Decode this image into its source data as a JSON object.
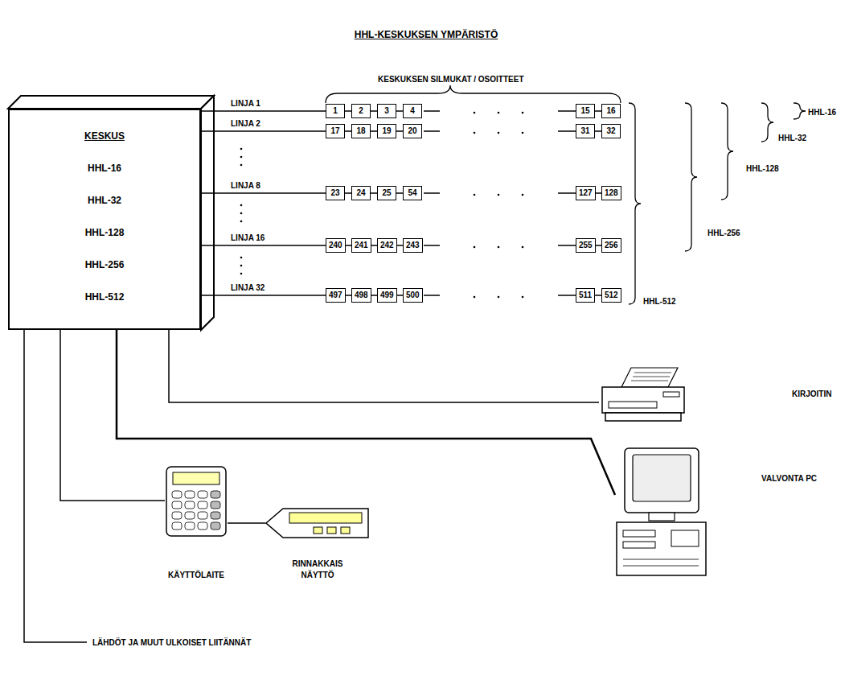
{
  "diagram": {
    "title": "HHL-KESKUKSEN YMPÄRISTÖ",
    "nodes": [
      {
        "text": [
          "KESKUS",
          "HHL-16",
          "HHL-32",
          "HHL-128",
          "HHL-256",
          "HHL-512"
        ]
      },
      {
        "text": [
          "1"
        ]
      },
      {
        "text": [
          "2"
        ]
      },
      {
        "text": [
          "3"
        ]
      },
      {
        "text": [
          "4"
        ]
      },
      {
        "text": [
          "15"
        ]
      },
      {
        "text": [
          "16"
        ]
      },
      {
        "text": [
          "17"
        ]
      },
      {
        "text": [
          "18"
        ]
      },
      {
        "text": [
          "19"
        ]
      },
      {
        "text": [
          "20"
        ]
      },
      {
        "text": [
          "31"
        ]
      },
      {
        "text": [
          "32"
        ]
      },
      {
        "text": [
          "23"
        ]
      },
      {
        "text": [
          "24"
        ]
      },
      {
        "text": [
          "25"
        ]
      },
      {
        "text": [
          "54"
        ]
      },
      {
        "text": [
          "127"
        ]
      },
      {
        "text": [
          "128"
        ]
      },
      {
        "text": [
          "240"
        ]
      },
      {
        "text": [
          "241"
        ]
      },
      {
        "text": [
          "242"
        ]
      },
      {
        "text": [
          "243"
        ]
      },
      {
        "text": [
          "255"
        ]
      },
      {
        "text": [
          "256"
        ]
      },
      {
        "text": [
          "497"
        ]
      },
      {
        "text": [
          "498"
        ]
      },
      {
        "text": [
          "499"
        ]
      },
      {
        "text": [
          "500"
        ]
      },
      {
        "text": [
          "511"
        ]
      },
      {
        "text": [
          "512"
        ]
      },
      {
        "text": [
          "KIRJOITIN"
        ]
      },
      {
        "text": [
          "VALVONTA PC"
        ]
      },
      {
        "text": [
          "KÄYTTÖLAITE"
        ]
      },
      {
        "text": [
          "RINNAKKAIS NÄYTTÖ"
        ]
      }
    ],
    "edges": [
      {
        "from": 0,
        "to": 1,
        "arrow": "none",
        "label": "LINJA 1"
      },
      {
        "from": 1,
        "to": 2,
        "arrow": "none"
      },
      {
        "from": 2,
        "to": 3,
        "arrow": "none"
      },
      {
        "from": 3,
        "to": 4,
        "arrow": "none"
      },
      {
        "from": 5,
        "to": 6,
        "arrow": "none"
      },
      {
        "from": 0,
        "to": 7,
        "arrow": "none",
        "label": "LINJA 2"
      },
      {
        "from": 7,
        "to": 8,
        "arrow": "none"
      },
      {
        "from": 8,
        "to": 9,
        "arrow": "none"
      },
      {
        "from": 9,
        "to": 10,
        "arrow": "none"
      },
      {
        "from": 11,
        "to": 12,
        "arrow": "none"
      },
      {
        "from": 0,
        "to": 13,
        "arrow": "none",
        "label": "LINJA 8"
      },
      {
        "from": 13,
        "to": 14,
        "arrow": "none"
      },
      {
        "from": 14,
        "to": 15,
        "arrow": "none"
      },
      {
        "from": 15,
        "to": 16,
        "arrow": "none"
      },
      {
        "from": 17,
        "to": 18,
        "arrow": "none"
      },
      {
        "from": 0,
        "to": 19,
        "arrow": "none",
        "label": "LINJA 16"
      },
      {
        "from": 19,
        "to": 20,
        "arrow": "none"
      },
      {
        "from": 20,
        "to": 21,
        "arrow": "none"
      },
      {
        "from": 21,
        "to": 22,
        "arrow": "none"
      },
      {
        "from": 23,
        "to": 24,
        "arrow": "none"
      },
      {
        "from": 0,
        "to": 25,
        "arrow": "none",
        "label": "LINJA 32"
      },
      {
        "from": 25,
        "to": 26,
        "arrow": "none"
      },
      {
        "from": 26,
        "to": 27,
        "arrow": "none"
      },
      {
        "from": 27,
        "to": 28,
        "arrow": "none"
      },
      {
        "from": 29,
        "to": 30,
        "arrow": "none"
      },
      {
        "from": 0,
        "to": 31,
        "arrow": "none"
      },
      {
        "from": 0,
        "to": 32,
        "arrow": "none"
      },
      {
        "from": 0,
        "to": 33,
        "arrow": "none"
      },
      {
        "from": 33,
        "to": 34,
        "arrow": "none"
      }
    ],
    "labels": [
      "KESKUKSEN SILMUKAT / OSOITTEET",
      "HHL-512",
      "HHL-256",
      "HHL-128",
      "HHL-32",
      "HHL-16",
      "LÄHDÖT JA MUUT ULKOISET LIITÄNNÄT"
    ]
  }
}
